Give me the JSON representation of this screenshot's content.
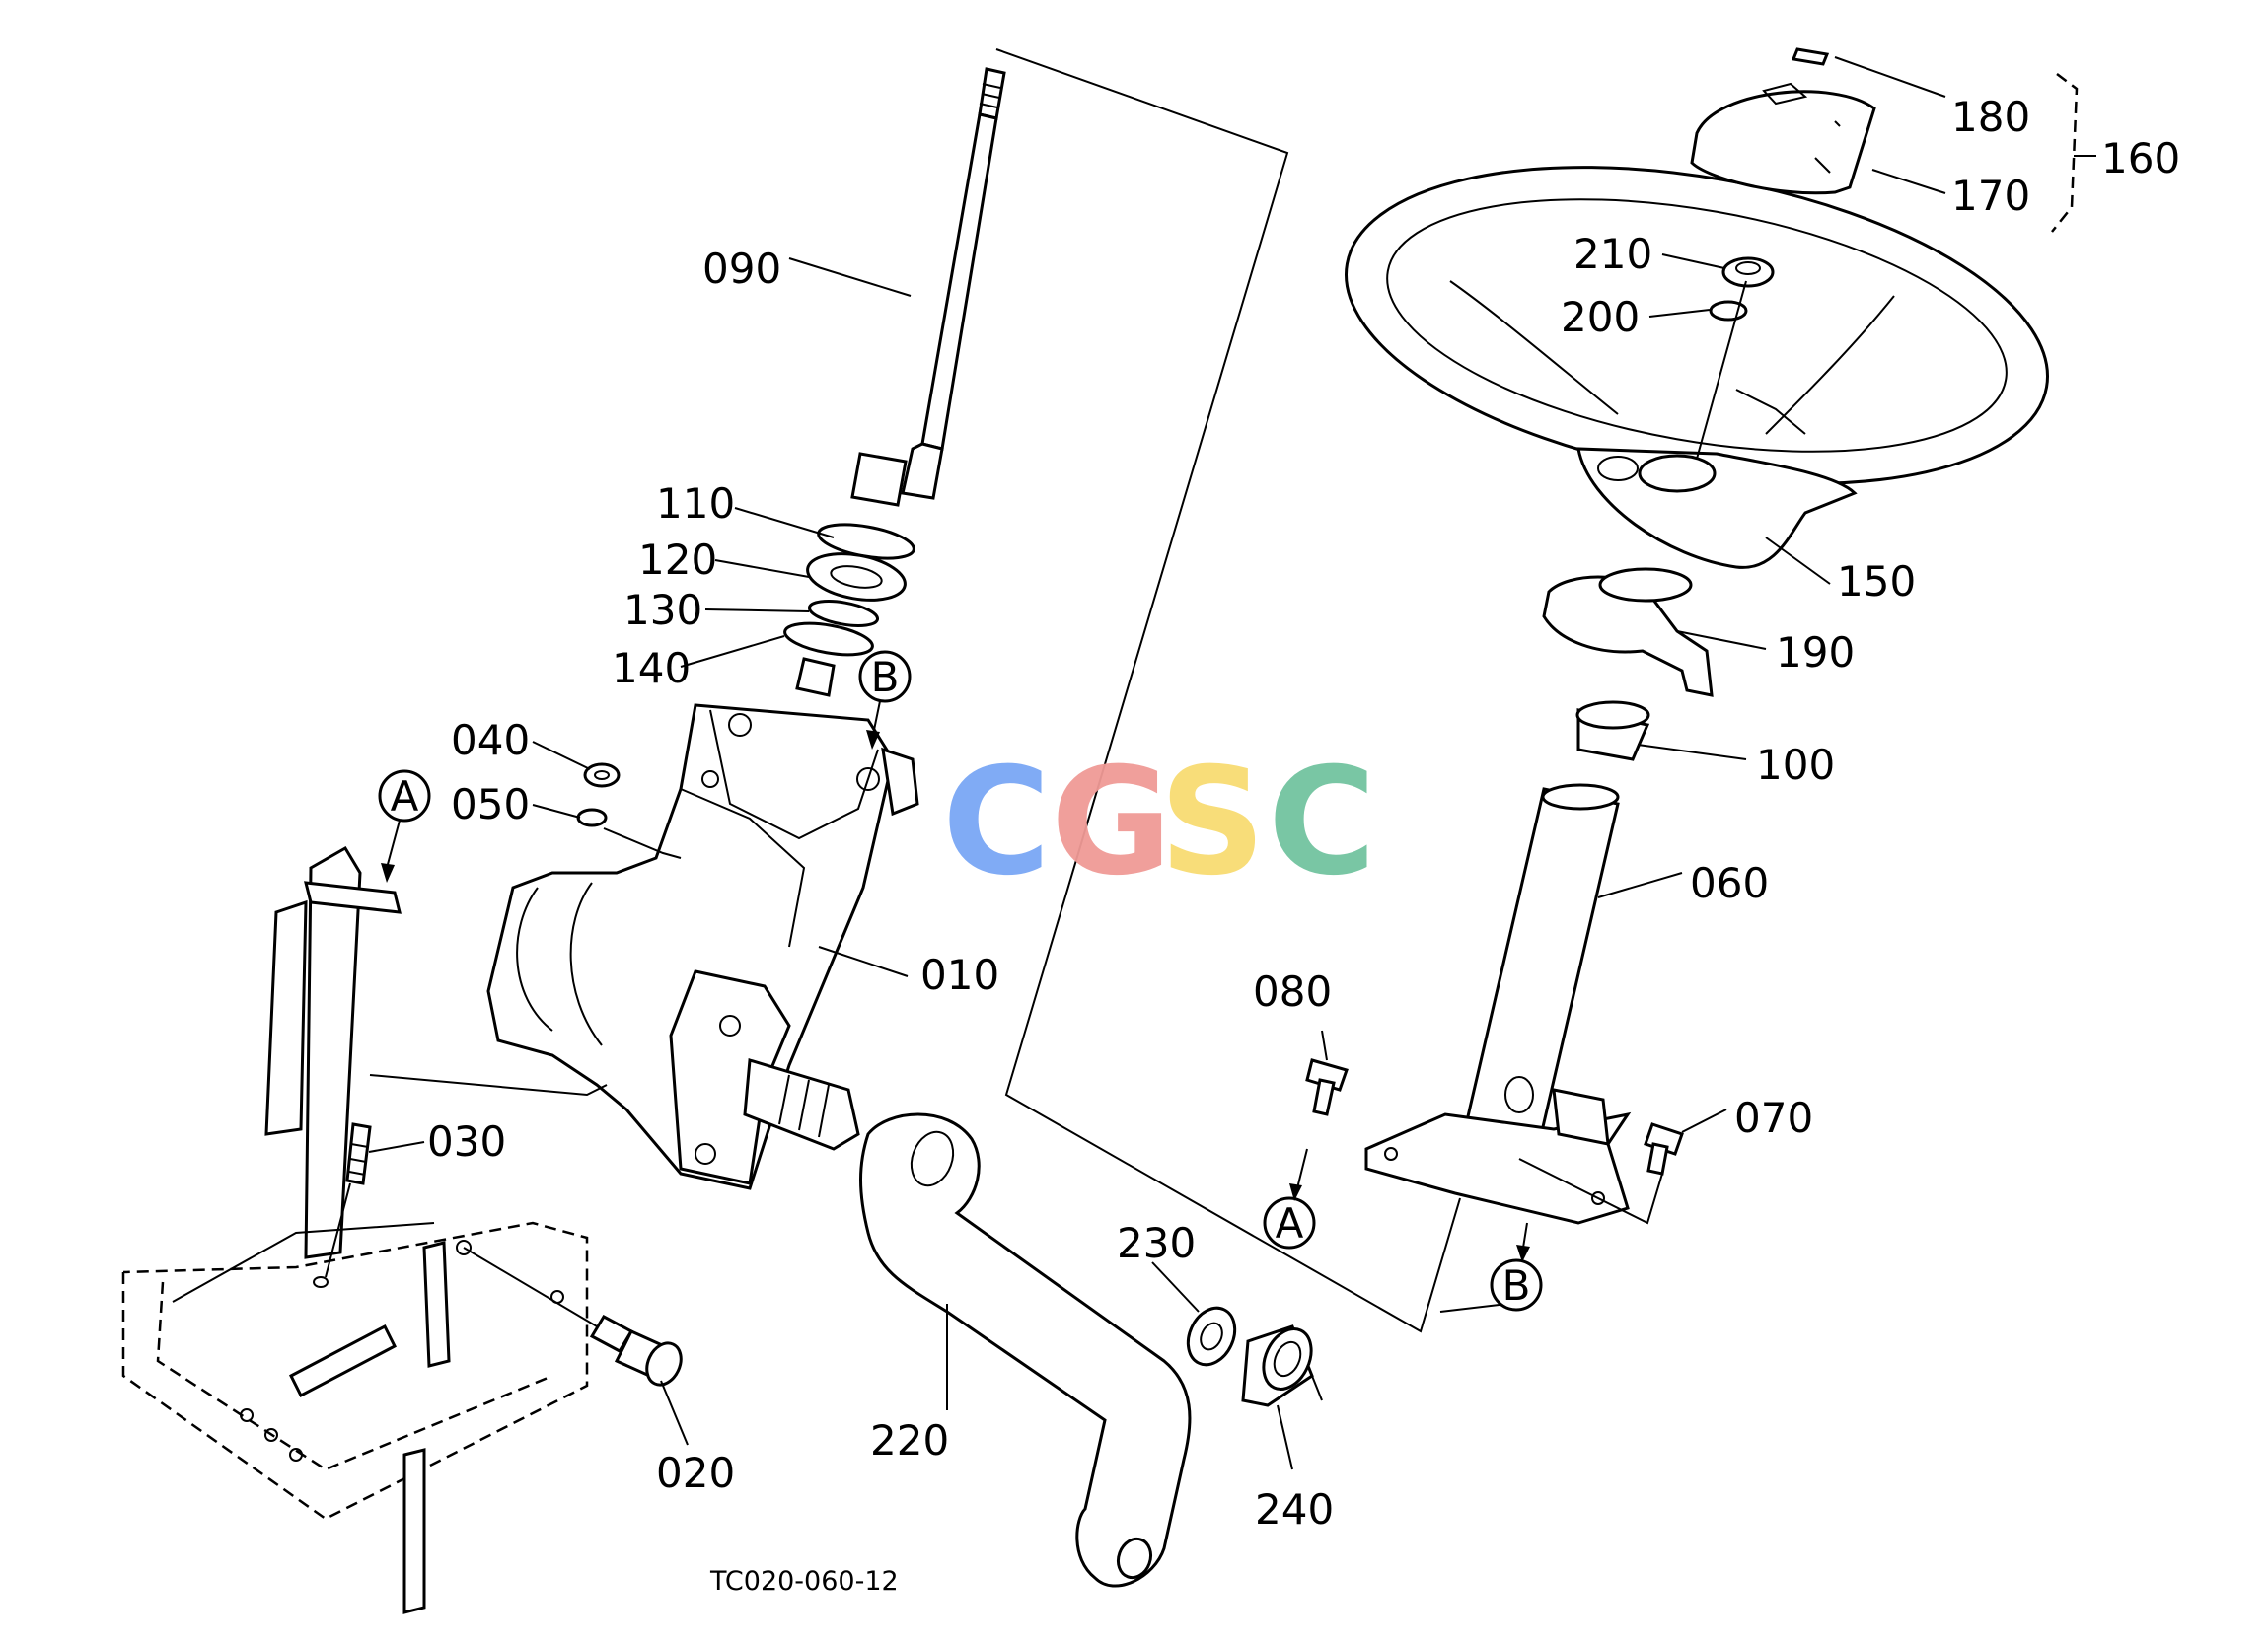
{
  "drawing_code": "TC020-060-12",
  "watermark": {
    "letters": [
      "C",
      "G",
      "S",
      "C"
    ],
    "colors": [
      "#7aa7f5",
      "#f09a96",
      "#f8dc72",
      "#72c4a0"
    ]
  },
  "callouts": {
    "p010": "010",
    "p020": "020",
    "p030": "030",
    "p040": "040",
    "p050": "050",
    "p060": "060",
    "p070": "070",
    "p080": "080",
    "p090": "090",
    "p100": "100",
    "p110": "110",
    "p120": "120",
    "p130": "130",
    "p140": "140",
    "p150": "150",
    "p160": "160",
    "p170": "170",
    "p180": "180",
    "p190": "190",
    "p200": "200",
    "p210": "210",
    "p220": "220",
    "p230": "230",
    "p240": "240"
  },
  "reference_marks": {
    "a": "A",
    "b": "B"
  }
}
